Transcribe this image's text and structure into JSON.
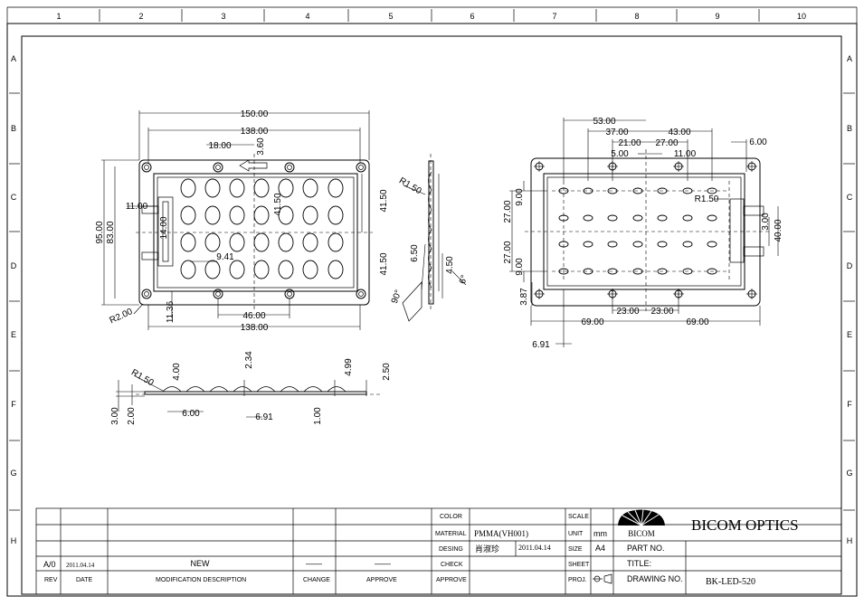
{
  "frame": {
    "col_labels": [
      "1",
      "2",
      "3",
      "4",
      "5",
      "6",
      "7",
      "8",
      "9",
      "10"
    ],
    "row_labels": [
      "A",
      "B",
      "C",
      "D",
      "E",
      "F",
      "G",
      "H"
    ]
  },
  "front_view": {
    "dims": [
      "150.00",
      "138.00",
      "18.00",
      "3.60",
      "95.00",
      "83.00",
      "11.00",
      "14.00",
      "41.50",
      "9.41",
      "11.36",
      "46.00",
      "138.00",
      "R2.00"
    ]
  },
  "side_view": {
    "dims": [
      "R1.50",
      "41.50",
      "41.50",
      "6.50",
      "4.50",
      "90°",
      "6°"
    ]
  },
  "bottom_view": {
    "dims": [
      "R1.50",
      "4.00",
      "2.34",
      "4.99",
      "2.50",
      "3.00",
      "2.00",
      "6.00",
      "6.91",
      "1.00"
    ]
  },
  "back_view": {
    "dims": [
      "53.00",
      "37.00",
      "43.00",
      "21.00",
      "27.00",
      "6.00",
      "5.00",
      "11.00",
      "9.00",
      "27.00",
      "R1.50",
      "3.00",
      "40.00",
      "27.00",
      "9.00",
      "3.87",
      "23.00",
      "23.00",
      "69.00",
      "69.00",
      "6.91"
    ]
  },
  "title_block": {
    "rev_row": {
      "rev": "A/0",
      "date": "2011.04.14",
      "description": "NEW",
      "change": "——",
      "approve": "——"
    },
    "headers": {
      "rev": "REV",
      "date": "DATE",
      "description": "MODIFICATION DESCRIPTION",
      "change": "CHANGE",
      "approve": "APPROVE"
    },
    "labels": {
      "color": "COLOR",
      "material": "MATERIAL",
      "desing": "DESING",
      "check": "CHECK",
      "approve": "APPROVE"
    },
    "values": {
      "material": "PMMA(VH001)",
      "designer": "肖淑珍",
      "design_date": "2011.04.14"
    },
    "sheet_labels": {
      "scale": "SCALE",
      "unit": "UNIT",
      "size": "SIZE",
      "sheet": "SHEET",
      "proj": "PROJ."
    },
    "sheet_values": {
      "unit": "mm",
      "size": "A4"
    },
    "company": "BICOM OPTICS",
    "logo_text": "BICOM",
    "part_no_label": "PART NO.",
    "title_label": "TITLE:",
    "drawing_no_label": "DRAWING NO.",
    "drawing_no": "BK-LED-520"
  }
}
